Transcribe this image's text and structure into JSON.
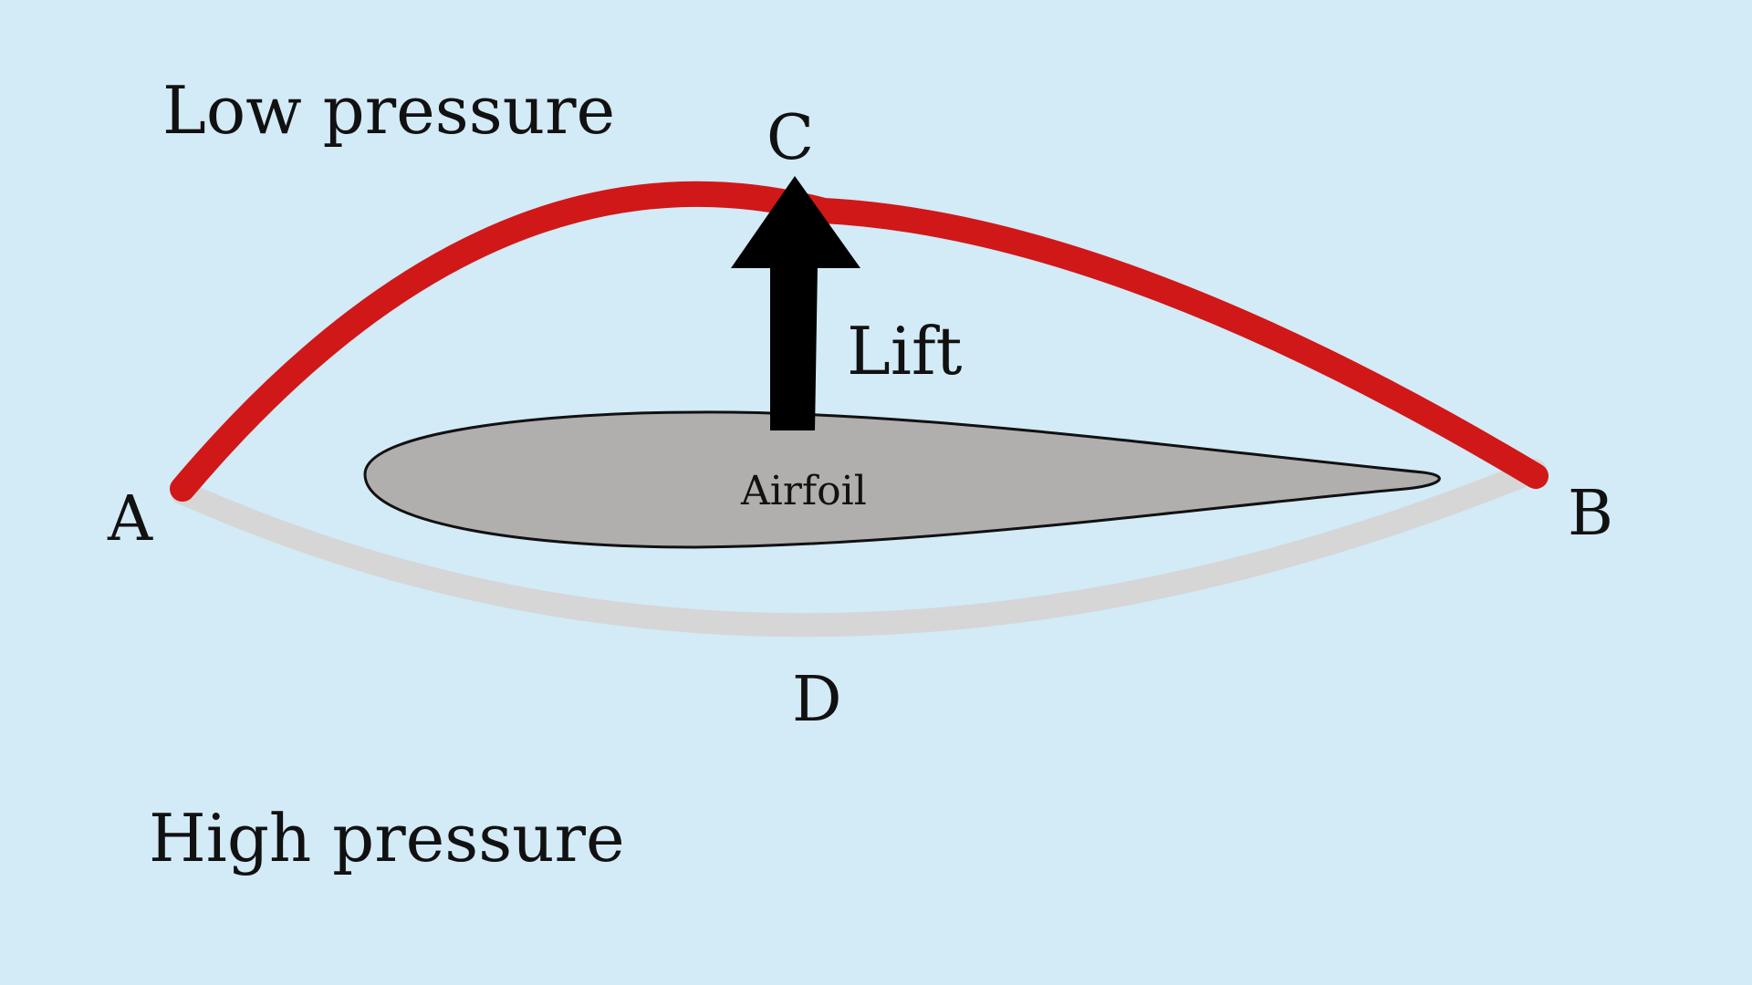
{
  "labels": {
    "low_pressure": "Low pressure",
    "high_pressure": "High pressure",
    "point_a": "A",
    "point_b": "B",
    "point_c": "C",
    "point_d": "D",
    "lift": "Lift",
    "airfoil": "Airfoil"
  },
  "colors": {
    "background": "#d3eaf7",
    "upper_path": "#d01818",
    "lower_path": "#d6d6d6",
    "airfoil_fill": "#b0afad",
    "airfoil_outline": "#111111",
    "lift_arrow": "#000000"
  }
}
